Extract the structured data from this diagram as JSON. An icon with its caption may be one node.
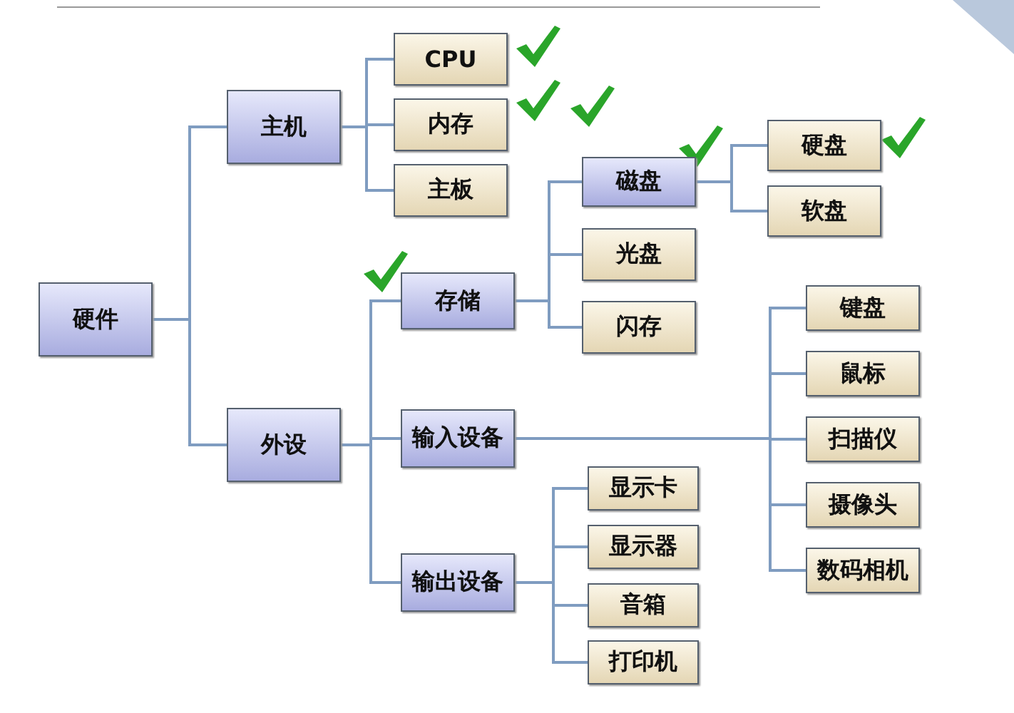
{
  "diagram": {
    "nodes": [
      {
        "text": [
          "硬件"
        ]
      },
      {
        "text": [
          "主机"
        ]
      },
      {
        "text": [
          "CPU"
        ]
      },
      {
        "text": [
          "内存"
        ]
      },
      {
        "text": [
          "主板"
        ]
      },
      {
        "text": [
          "外设"
        ]
      },
      {
        "text": [
          "存储"
        ]
      },
      {
        "text": [
          "磁盘"
        ]
      },
      {
        "text": [
          "硬盘"
        ]
      },
      {
        "text": [
          "软盘"
        ]
      },
      {
        "text": [
          "光盘"
        ]
      },
      {
        "text": [
          "闪存"
        ]
      },
      {
        "text": [
          "输入设备"
        ]
      },
      {
        "text": [
          "键盘"
        ]
      },
      {
        "text": [
          "鼠标"
        ]
      },
      {
        "text": [
          "扫描仪"
        ]
      },
      {
        "text": [
          "摄像头"
        ]
      },
      {
        "text": [
          "数码相机"
        ]
      },
      {
        "text": [
          "输出设备"
        ]
      },
      {
        "text": [
          "显示卡"
        ]
      },
      {
        "text": [
          "显示器"
        ]
      },
      {
        "text": [
          "音箱"
        ]
      },
      {
        "text": [
          "打印机"
        ]
      }
    ],
    "edges": [
      {
        "from": 0,
        "to": 1,
        "arrow": "none"
      },
      {
        "from": 0,
        "to": 5,
        "arrow": "none"
      },
      {
        "from": 1,
        "to": 2,
        "arrow": "none"
      },
      {
        "from": 1,
        "to": 3,
        "arrow": "none"
      },
      {
        "from": 1,
        "to": 4,
        "arrow": "none"
      },
      {
        "from": 5,
        "to": 6,
        "arrow": "none"
      },
      {
        "from": 5,
        "to": 12,
        "arrow": "none"
      },
      {
        "from": 5,
        "to": 18,
        "arrow": "none"
      },
      {
        "from": 6,
        "to": 7,
        "arrow": "none"
      },
      {
        "from": 6,
        "to": 10,
        "arrow": "none"
      },
      {
        "from": 6,
        "to": 11,
        "arrow": "none"
      },
      {
        "from": 7,
        "to": 8,
        "arrow": "none"
      },
      {
        "from": 7,
        "to": 9,
        "arrow": "none"
      },
      {
        "from": 12,
        "to": 13,
        "arrow": "none"
      },
      {
        "from": 12,
        "to": 14,
        "arrow": "none"
      },
      {
        "from": 12,
        "to": 15,
        "arrow": "none"
      },
      {
        "from": 12,
        "to": 16,
        "arrow": "none"
      },
      {
        "from": 12,
        "to": 17,
        "arrow": "none"
      },
      {
        "from": 18,
        "to": 19,
        "arrow": "none"
      },
      {
        "from": 18,
        "to": 20,
        "arrow": "none"
      },
      {
        "from": 18,
        "to": 21,
        "arrow": "none"
      },
      {
        "from": 18,
        "to": 22,
        "arrow": "none"
      }
    ]
  }
}
